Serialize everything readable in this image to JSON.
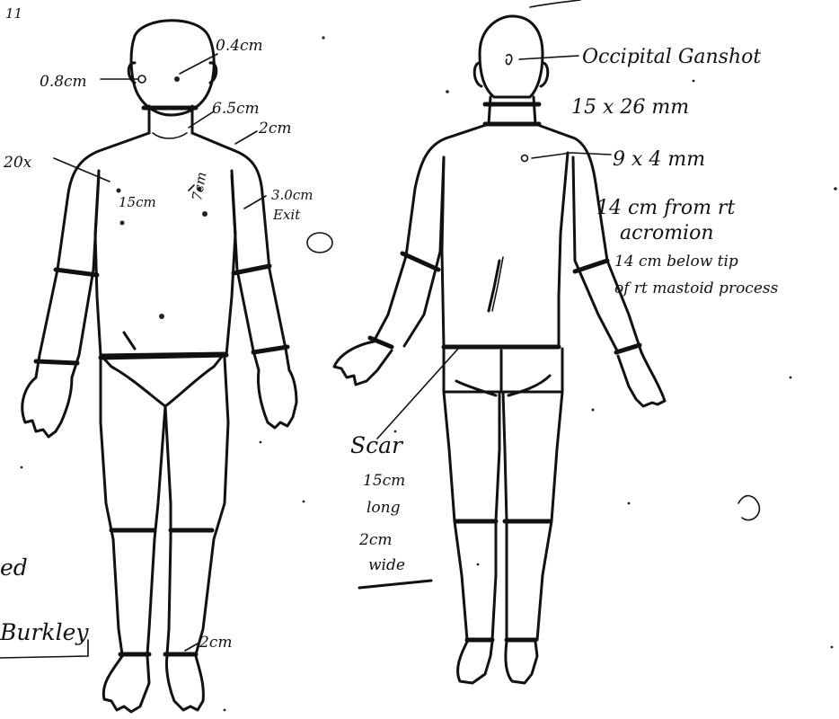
{
  "page_marker": "11",
  "front": {
    "wounds": [
      {
        "id": "right-eye",
        "label": "0.8cm"
      },
      {
        "id": "left-eye",
        "label": "0.4cm"
      },
      {
        "id": "chin",
        "label": "6.5cm"
      },
      {
        "id": "left-shoulder",
        "label": "2cm"
      },
      {
        "id": "right-chest-offset",
        "label": "20x"
      },
      {
        "id": "right-chest",
        "label": "15cm"
      },
      {
        "id": "left-chest",
        "label": "7cm"
      },
      {
        "id": "left-arm",
        "label": "3.0cm"
      },
      {
        "id": "left-arm-note",
        "label": "Exit"
      },
      {
        "id": "left-ankle",
        "label": "2cm"
      }
    ]
  },
  "back": {
    "notes": [
      {
        "id": "occipital",
        "label": "Occipital Ganshot"
      },
      {
        "id": "occipital-size",
        "label": "15 x 26 mm"
      },
      {
        "id": "back-entry",
        "label": "9 x 4 mm"
      },
      {
        "id": "back-loc-1",
        "label": "14 cm from rt"
      },
      {
        "id": "back-loc-2",
        "label": "acromion"
      },
      {
        "id": "back-loc-3",
        "label": "14 cm below tip"
      },
      {
        "id": "back-loc-4",
        "label": "of rt mastoid process"
      }
    ],
    "scar": {
      "title": "Scar",
      "length": "15cm",
      "length_word": "long",
      "width": "2cm",
      "width_word": "wide"
    }
  },
  "signature": {
    "line1": "ed",
    "name": "Burkley"
  }
}
